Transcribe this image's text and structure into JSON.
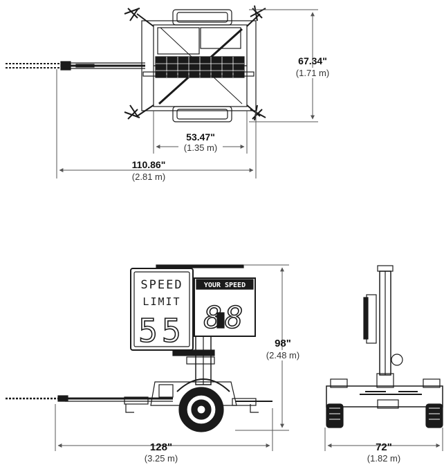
{
  "colors": {
    "ink": "#1a1a1a",
    "dim_line": "#555555",
    "panel_fill": "#ffffff"
  },
  "top_view": {
    "width_dim": {
      "imperial": "67.34\"",
      "metric": "(1.71 m)"
    },
    "inner_dim": {
      "imperial": "53.47\"",
      "metric": "(1.35 m)"
    },
    "overall_dim": {
      "imperial": "110.86\"",
      "metric": "(2.81 m)"
    }
  },
  "side_view": {
    "sign": {
      "line1": "SPEED",
      "line2": "LIMIT",
      "digits": "55"
    },
    "display": {
      "header": "YOUR SPEED",
      "digits": "88"
    },
    "height_dim": {
      "imperial": "98\"",
      "metric": "(2.48 m)"
    },
    "length_dim": {
      "imperial": "128\"",
      "metric": "(3.25 m)"
    }
  },
  "rear_view": {
    "width_dim": {
      "imperial": "72\"",
      "metric": "(1.82 m)"
    }
  }
}
